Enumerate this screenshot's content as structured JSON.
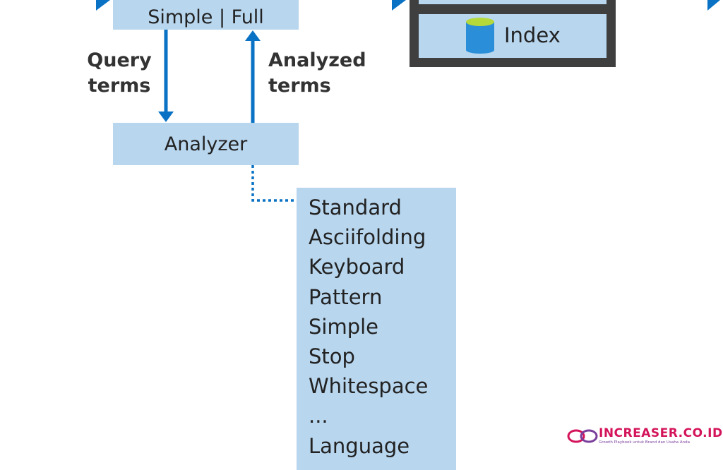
{
  "parser": {
    "label": "Simple | Full"
  },
  "flow": {
    "query_terms": [
      "Query",
      "terms"
    ],
    "analyzed_terms": [
      "Analyzed",
      "terms"
    ]
  },
  "analyzer": {
    "label": "Analyzer",
    "options": [
      "Standard",
      "Asciifolding",
      "Keyboard",
      "Pattern",
      "Simple",
      "Stop",
      "Whitespace",
      "...",
      "Language"
    ]
  },
  "index": {
    "label": "Index"
  },
  "watermark": {
    "brand": "INCREASER.CO.ID",
    "tagline": "Growth Playbook untuk Brand dan Usaha Anda"
  },
  "colors": {
    "box_fill": "#b8d6ee",
    "arrow": "#0a72c4",
    "frame": "#3f3f3f",
    "index_cylinder": "#2a8fd8",
    "index_cylinder_top": "#b5d93a",
    "watermark_red": "#d4145a",
    "watermark_purple": "#7a3f9c"
  }
}
